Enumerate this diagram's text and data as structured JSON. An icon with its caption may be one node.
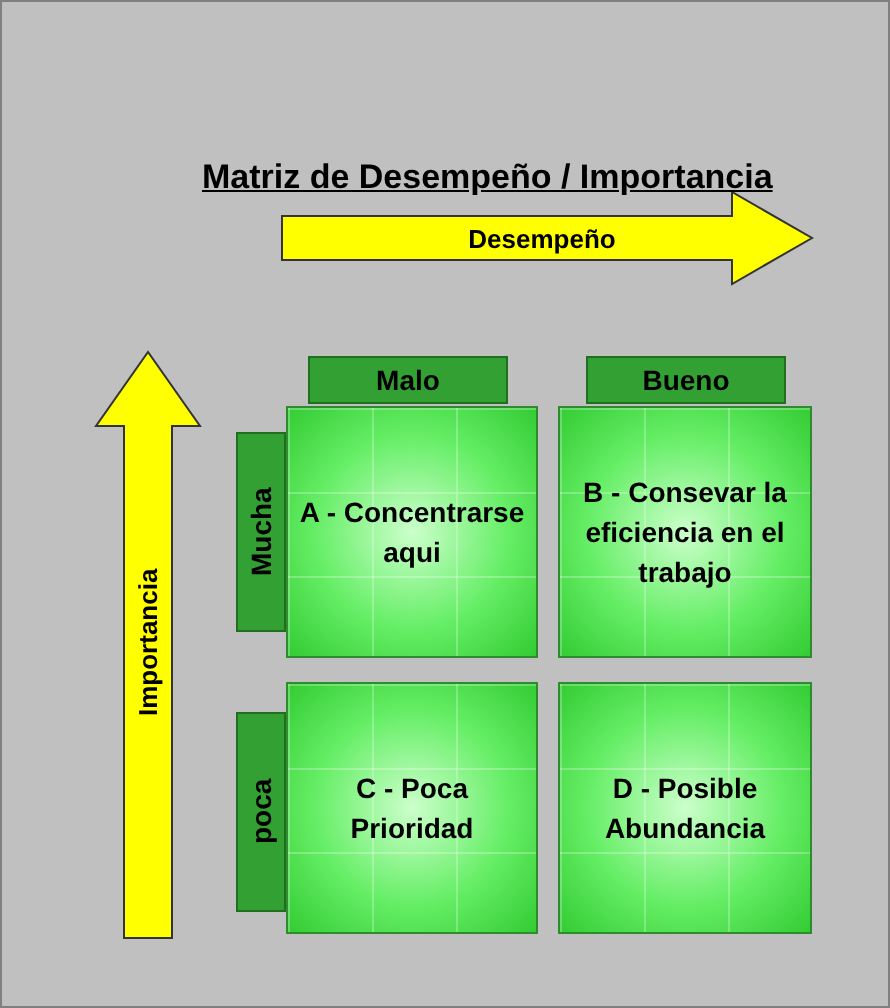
{
  "diagram": {
    "title": "Matriz de Desempeño / Importancia",
    "nodes": [
      {
        "text": [
          "Malo"
        ]
      },
      {
        "text": [
          "Bueno"
        ]
      },
      {
        "text": [
          "Mucha"
        ]
      },
      {
        "text": [
          "A - Concentrarse aqui"
        ]
      },
      {
        "text": [
          "B - Consevar la eficiencia en el trabajo"
        ]
      },
      {
        "text": [
          "poca"
        ]
      },
      {
        "text": [
          "C - Poca Prioridad"
        ]
      },
      {
        "text": [
          "D - Posible Abundancia"
        ]
      }
    ],
    "labels": [
      "Desempeño",
      "Importancia"
    ]
  }
}
